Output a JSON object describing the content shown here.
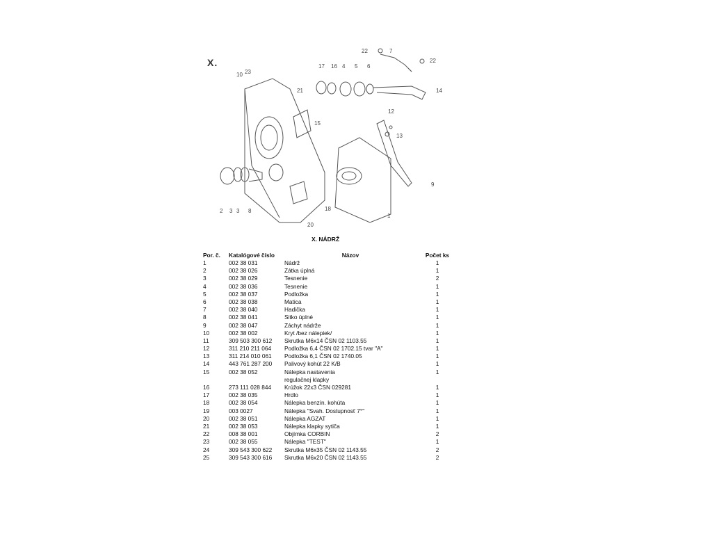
{
  "section_label": "X.",
  "caption": "X. NÁDRŽ",
  "callouts": [
    "23",
    "10",
    "17",
    "16",
    "4",
    "5",
    "6",
    "7",
    "22",
    "22",
    "14",
    "12",
    "21",
    "15",
    "13",
    "9",
    "1",
    "18",
    "20",
    "8",
    "3",
    "3",
    "2"
  ],
  "table": {
    "headers": [
      "Por. č.",
      "Katalógové číslo",
      "Názov",
      "Počet ks"
    ],
    "rows": [
      [
        "1",
        "002 38 031",
        "Nádrž",
        "1"
      ],
      [
        "2",
        "002 38 026",
        "Zátka úplná",
        "1"
      ],
      [
        "3",
        "002 38 029",
        "Tesnenie",
        "2"
      ],
      [
        "4",
        "002 38 036",
        "Tesnenie",
        "1"
      ],
      [
        "5",
        "002 38 037",
        "Podložka",
        "1"
      ],
      [
        "6",
        "002 38 038",
        "Matica",
        "1"
      ],
      [
        "7",
        "002 38 040",
        "Hadička",
        "1"
      ],
      [
        "8",
        "002 38 041",
        "Sitko úplné",
        "1"
      ],
      [
        "9",
        "002 38 047",
        "Záchyt nádrže",
        "1"
      ],
      [
        "10",
        "002 38 002",
        "Kryt /bez nálepiek/",
        "1"
      ],
      [
        "11",
        "309 503 300 612",
        "Skrutka M6x14 ČSN 02 1103.55",
        "1"
      ],
      [
        "12",
        "311 210 211 064",
        "Podložka 6,4 ČSN 02 1702.15 tvar \"A\"",
        "1"
      ],
      [
        "13",
        "311 214 010 061",
        "Podložka 6,1 ČSN 02 1740.05",
        "1"
      ],
      [
        "14",
        "443 761 287 200",
        "Palivový kohút 22 K/B",
        "1"
      ],
      [
        "15",
        "002 38 052",
        "Nálepka nastavenia",
        "1"
      ],
      [
        "",
        "",
        "regulačnej klapky",
        ""
      ],
      [
        "16",
        "273 111 028 844",
        "Krúžok 22x3 ČSN 029281",
        "1"
      ],
      [
        "17",
        "002 38 035",
        "Hrdlo",
        "1"
      ],
      [
        "18",
        "002 38 054",
        "Nálepka benzín. kohúta",
        "1"
      ],
      [
        "19",
        "003 0027",
        "Nálepka \"Svah. Dostupnosť 7°\"",
        "1"
      ],
      [
        "20",
        "002 38 051",
        "Nálepka AGZAT",
        "1"
      ],
      [
        "21",
        "002 38 053",
        "Nálepka klapky sytiča",
        "1"
      ],
      [
        "22",
        "008 38 001",
        "Objímka CORBIN",
        "2"
      ],
      [
        "23",
        "002 38 055",
        "Nálepka \"TEST\"",
        "1"
      ],
      [
        "24",
        "309 543 300 622",
        "Skrutka M6x35 ČSN 02 1143.55",
        "2"
      ],
      [
        "25",
        "309 543 300 616",
        "Skrutka M6x20 ČSN 02 1143.55",
        "2"
      ]
    ]
  }
}
